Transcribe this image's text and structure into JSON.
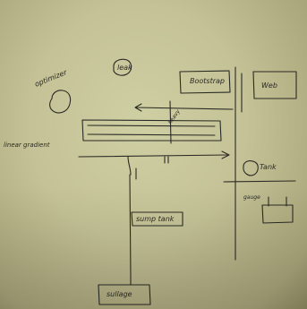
{
  "background_color": "#c6c49a",
  "ink_color": "#2a2a24",
  "labels": {
    "optimizer": "optimizer",
    "leak": "leak",
    "bootstrap": "Bootstrap",
    "web": "Web",
    "heavy_tank_top": "heavy",
    "linear_gradient": "linear gradient",
    "tank": "Tank",
    "sump_tank": "sump tank",
    "gauge": "gauge",
    "sullage": "sullage"
  }
}
